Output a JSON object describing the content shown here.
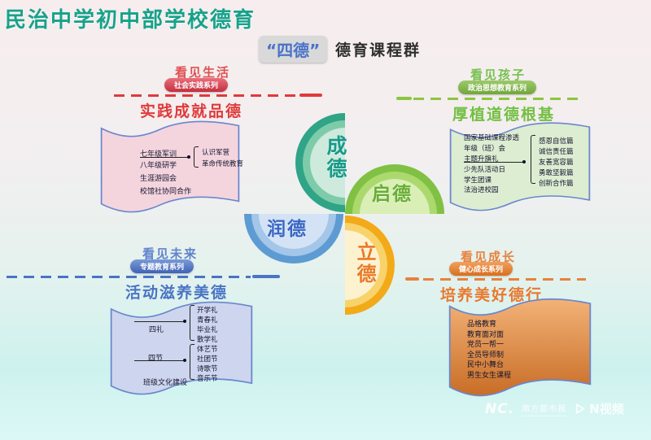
{
  "header": {
    "title": "民治中学初中部学校德育",
    "badge": "“四德”",
    "subtitle": "德育课程群"
  },
  "colors": {
    "title_teal": "#16a28a",
    "red_accent": "#e03a3a",
    "green_accent": "#76c14d",
    "blue_accent": "#4a74c4",
    "orange_accent": "#e8813d",
    "petal_cheng": "#2fa487",
    "petal_qi": "#80c143",
    "petal_run": "#5d9bd3",
    "petal_li": "#f2aa18",
    "scroll_border": "#6b86cd"
  },
  "center": {
    "petals": [
      {
        "label": "成德",
        "color": "#179a8a"
      },
      {
        "label": "启德",
        "color": "#68ad35"
      },
      {
        "label": "润德",
        "color": "#3a66c4"
      },
      {
        "label": "立德",
        "color": "#e87b28"
      }
    ]
  },
  "quadrants": {
    "top_left": {
      "eyebrow": "看见生活",
      "series": "社会实践系列",
      "heading": "实践成就品德",
      "items": [
        "七年级军训",
        "八年级研学",
        "生涯游园会",
        "校馆社协同合作"
      ],
      "bracket_items": [
        "认识军营",
        "革命传统教育"
      ]
    },
    "top_right": {
      "eyebrow": "看见孩子",
      "series": "政治思想教育系列",
      "heading": "厚植道德根基",
      "items": [
        "国家基础课程渗透",
        "年级（班）会",
        "主题升旗礼",
        "少先队活动日",
        "学生团课",
        "法治进校园"
      ],
      "bracket_items": [
        "感恩自信篇",
        "诚信责任篇",
        "友善宽容篇",
        "勇敢坚毅篇",
        "创新合作篇"
      ]
    },
    "bottom_left": {
      "eyebrow": "看见未来",
      "series": "专题教育系列",
      "heading": "活动滋养美德",
      "groups": [
        {
          "label": "四礼",
          "items": [
            "开学礼",
            "青春礼",
            "毕业礼",
            "散学礼"
          ]
        },
        {
          "label": "四节",
          "items": [
            "体艺节",
            "社团节",
            "诗歌节",
            "音乐节"
          ]
        }
      ],
      "footer": "班级文化建设"
    },
    "bottom_right": {
      "eyebrow": "看见成长",
      "series": "健心成长系列",
      "heading": "培养美好德行",
      "items": [
        "品格教育",
        "教育面对面",
        "党员一帮一",
        "全员导师制",
        "民中小舞台",
        "男生女生课程"
      ]
    }
  },
  "watermark": {
    "logo": "NC.",
    "brand": "南方都市报",
    "video_brand": "N视频"
  }
}
